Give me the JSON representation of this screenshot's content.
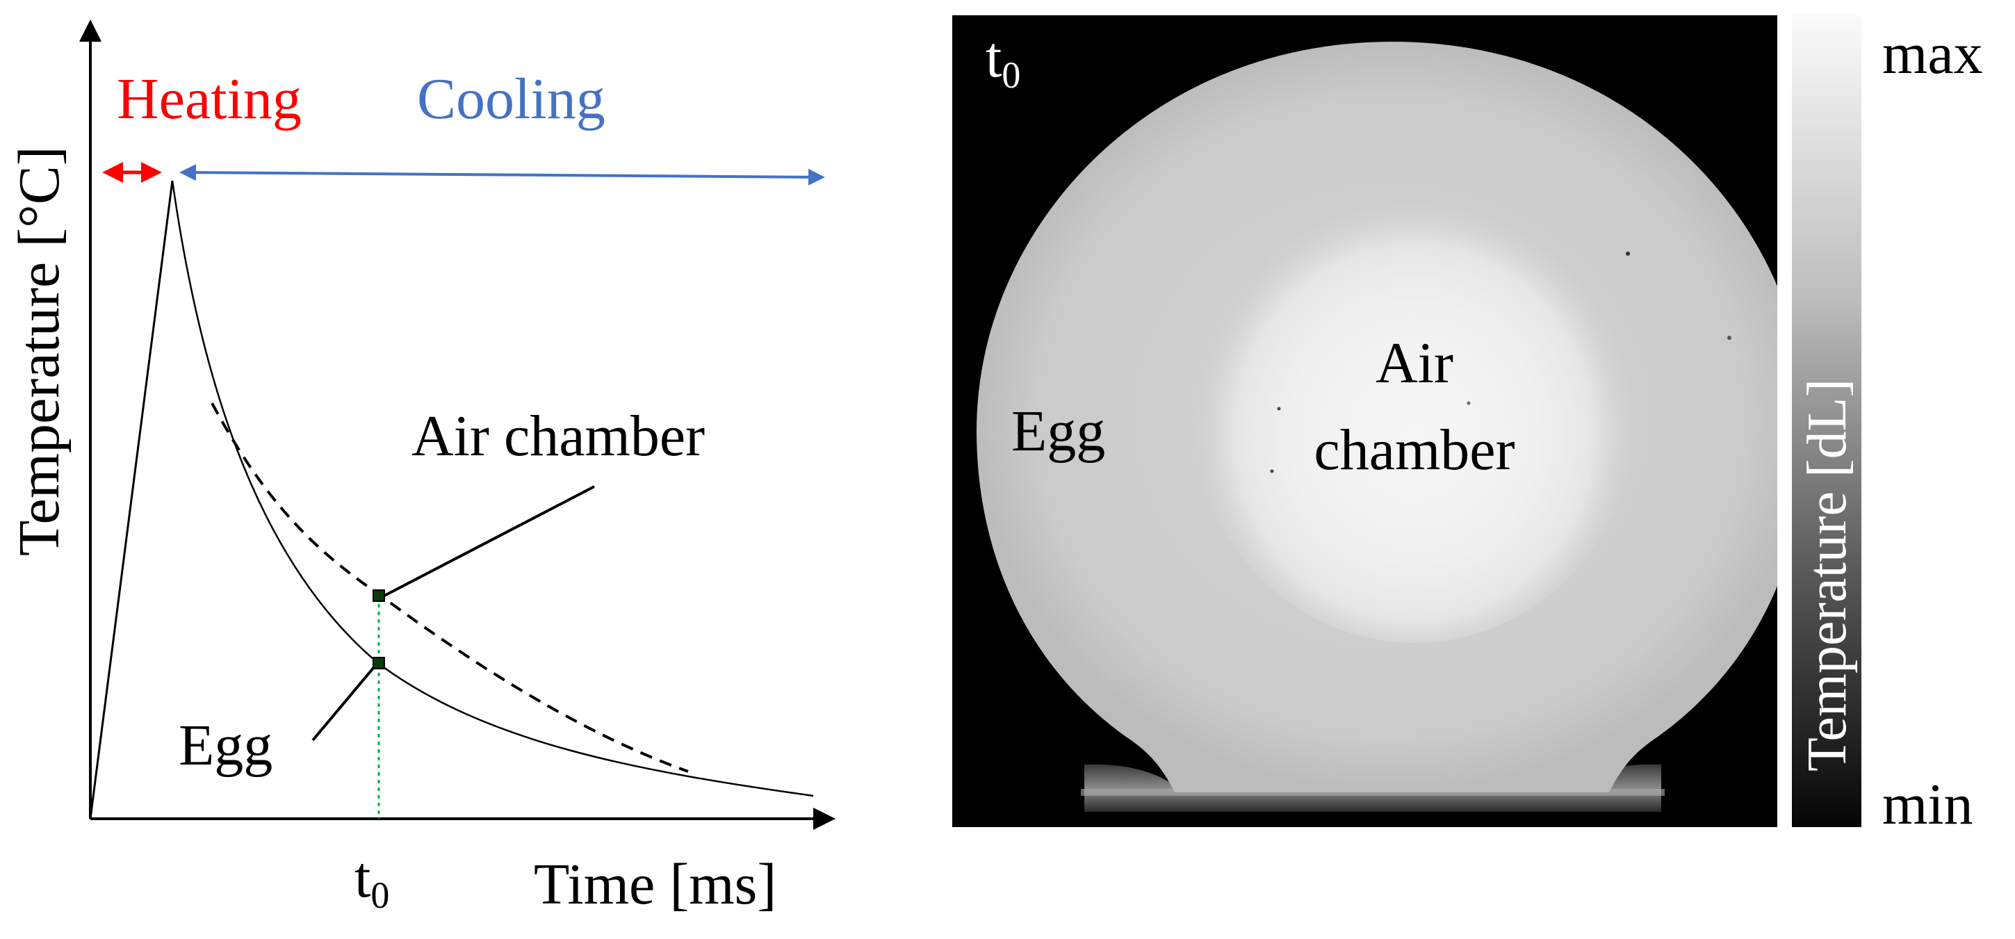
{
  "left_panel": {
    "y_axis_label": "Temperature [°C]",
    "x_axis_label": "Time [ms]",
    "t0_label": "t",
    "t0_sub": "0",
    "heating_label": "Heating",
    "cooling_label": "Cooling",
    "air_chamber_label": "Air chamber",
    "egg_label": "Egg",
    "colors": {
      "heating": "#ff0000",
      "cooling": "#4472c4",
      "t0_marker": "#00b050",
      "curves": "#000000"
    }
  },
  "right_panel": {
    "t0_label": "t",
    "t0_sub": "0",
    "egg_label": "Egg",
    "air_label": "Air",
    "chamber_label": "chamber",
    "colorbar_label": "Temperature [dL]",
    "colorbar_max": "max",
    "colorbar_min": "min"
  }
}
